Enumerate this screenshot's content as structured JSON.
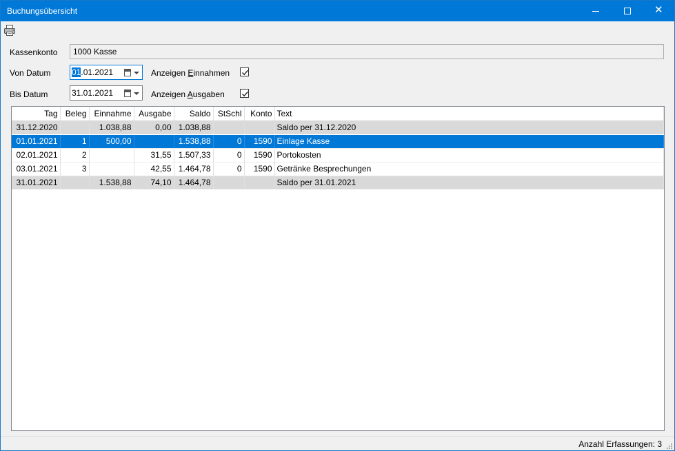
{
  "window": {
    "title": "Buchungsübersicht",
    "accent_color": "#0078d7"
  },
  "toolbar": {
    "print_icon": "printer-icon"
  },
  "form": {
    "kassenkonto_label": "Kassenkonto",
    "kassenkonto_value": "1000 Kasse",
    "von_datum_label": "Von Datum",
    "von_datum_sel": "01",
    "von_datum_rest": ".01.2021",
    "bis_datum_label": "Bis Datum",
    "bis_datum_value": "31.01.2021",
    "einnahmen_pre": "Anzeigen ",
    "einnahmen_key": "E",
    "einnahmen_post": "innahmen",
    "einnahmen_checked": true,
    "ausgaben_pre": "Anzeigen ",
    "ausgaben_key": "A",
    "ausgaben_post": "usgaben",
    "ausgaben_checked": true
  },
  "table": {
    "columns": [
      "Tag",
      "Beleg",
      "Einnahme",
      "Ausgabe",
      "Saldo",
      "StSchl",
      "Konto",
      "Text"
    ],
    "rows": [
      {
        "tag": "31.12.2020",
        "beleg": "",
        "einnahme": "1.038,88",
        "ausgabe": "0,00",
        "saldo": "1.038,88",
        "stschl": "",
        "konto": "",
        "text": "Saldo per 31.12.2020",
        "kind": "sum"
      },
      {
        "tag": "01.01.2021",
        "beleg": "1",
        "einnahme": "500,00",
        "ausgabe": "",
        "saldo": "1.538,88",
        "stschl": "0",
        "konto": "1590",
        "text": "Einlage Kasse",
        "kind": "selected"
      },
      {
        "tag": "02.01.2021",
        "beleg": "2",
        "einnahme": "",
        "ausgabe": "31,55",
        "saldo": "1.507,33",
        "stschl": "0",
        "konto": "1590",
        "text": "Portokosten",
        "kind": "normal"
      },
      {
        "tag": "03.01.2021",
        "beleg": "3",
        "einnahme": "",
        "ausgabe": "42,55",
        "saldo": "1.464,78",
        "stschl": "0",
        "konto": "1590",
        "text": "Getränke Besprechungen",
        "kind": "normal"
      },
      {
        "tag": "31.01.2021",
        "beleg": "",
        "einnahme": "1.538,88",
        "ausgabe": "74,10",
        "saldo": "1.464,78",
        "stschl": "",
        "konto": "",
        "text": "Saldo per 31.01.2021",
        "kind": "sum"
      }
    ]
  },
  "status": {
    "text": "Anzahl Erfassungen: 3"
  }
}
